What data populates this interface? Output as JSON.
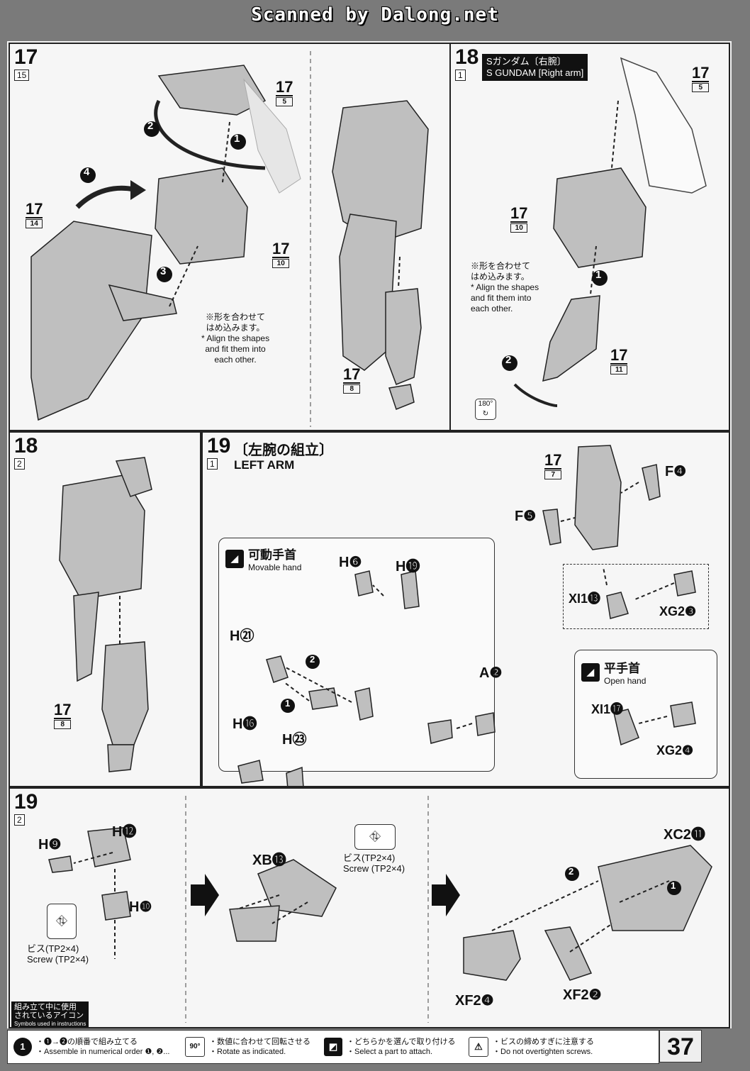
{
  "banner": "Scanned by Dalong.net",
  "page_number": "37",
  "panels": {
    "p17": {
      "step": "17",
      "sub": "15",
      "refs": [
        {
          "n": "17",
          "s": "5"
        },
        {
          "n": "17",
          "s": "14"
        },
        {
          "n": "17",
          "s": "10"
        },
        {
          "n": "17",
          "s": "8"
        }
      ],
      "note_jp": "※形を合わせて\nはめ込みます。",
      "note_en": "* Align the shapes\nand fit them into\neach other.",
      "markers": [
        "1",
        "2",
        "3",
        "4"
      ]
    },
    "p18a": {
      "step": "18",
      "sub": "1",
      "title_jp": "Sガンダム〔右腕〕",
      "title_en": "S GUNDAM [Right arm]",
      "refs": [
        {
          "n": "17",
          "s": "5"
        },
        {
          "n": "17",
          "s": "10"
        },
        {
          "n": "17",
          "s": "11"
        }
      ],
      "note_jp": "※形を合わせて\nはめ込みます。",
      "note_en": "* Align the shapes\nand fit them into\neach other.",
      "rotate": "180°",
      "markers": [
        "1",
        "2"
      ]
    },
    "p18b": {
      "step": "18",
      "sub": "2",
      "refs": [
        {
          "n": "17",
          "s": "8"
        }
      ]
    },
    "p19a": {
      "step": "19",
      "sub": "1",
      "title_jp": "〔左腕の組立〕",
      "title_en": "LEFT ARM",
      "refs": [
        {
          "n": "17",
          "s": "7"
        }
      ],
      "parts": {
        "f4": "F❹",
        "f5": "F❺",
        "xi13": "XI1⓭",
        "xg23": "XG2❸",
        "h6": "H❻",
        "h19": "H⓳",
        "h21": "H㉑",
        "h16": "H⓰",
        "h23": "H㉓",
        "a2": "A❷",
        "xi17": "XI1⓱",
        "xg24": "XG2❹"
      },
      "movable_jp": "可動手首",
      "movable_en": "Movable hand",
      "open_jp": "平手首",
      "open_en": "Open hand",
      "markers": [
        "1",
        "2"
      ]
    },
    "p19b": {
      "step": "19",
      "sub": "2",
      "parts": {
        "h9": "H❾",
        "h12": "H⓬",
        "h10": "H❿",
        "xb13": "XB⓭",
        "xc211": "XC2⓫",
        "xf24": "XF2❹",
        "xf22": "XF2❷"
      },
      "screw_jp": "ビス(TP2×4)",
      "screw_en": "Screw (TP2×4)",
      "markers": [
        "1",
        "2"
      ]
    }
  },
  "legend": {
    "title_jp": "組み立て中に使用\nされているアイコン",
    "title_en": "Symbols used in instructions",
    "items": [
      {
        "icon": "1",
        "jp": "・❶→❷の順番で組み立てる",
        "en": "・Assemble in numerical order ❶, ❷..."
      },
      {
        "icon": "90°",
        "jp": "・数値に合わせて回転させる",
        "en": "・Rotate as indicated."
      },
      {
        "icon": "◩",
        "jp": "・どちらかを選んで取り付ける",
        "en": "・Select a part to attach."
      },
      {
        "icon": "⚠",
        "jp": "・ビスの締めすぎに注意する",
        "en": "・Do not overtighten screws."
      }
    ]
  }
}
